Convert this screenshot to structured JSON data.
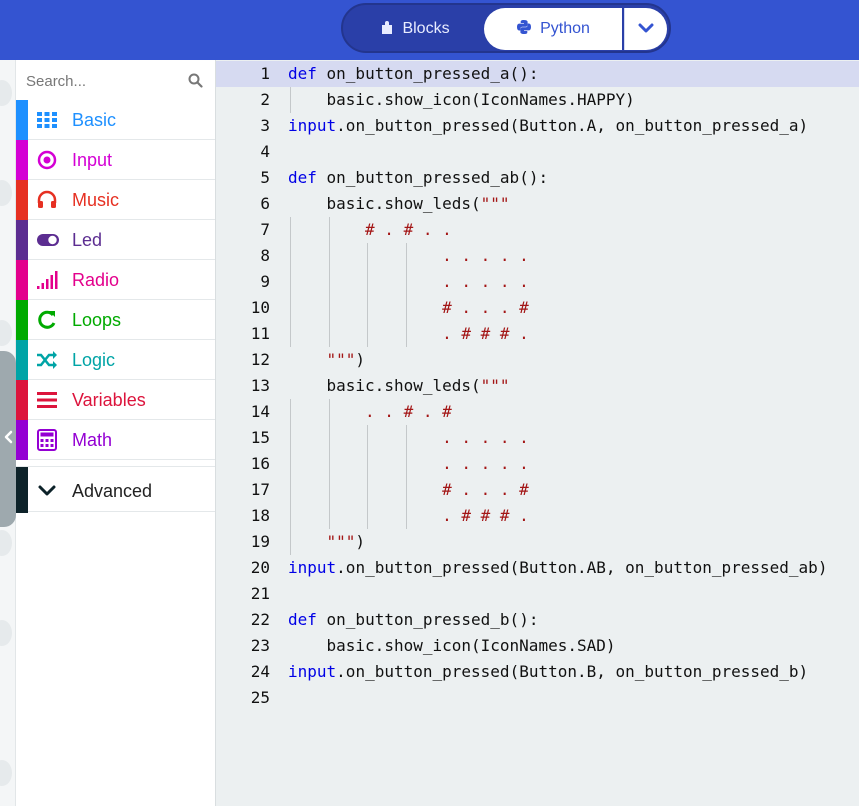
{
  "header": {
    "toggle": {
      "blocks_label": "Blocks",
      "python_label": "Python"
    }
  },
  "toolbox": {
    "search_placeholder": "Search...",
    "categories": [
      {
        "label": "Basic",
        "color": "#1e90ff",
        "icon": "grid-icon"
      },
      {
        "label": "Input",
        "color": "#d400d4",
        "icon": "target-icon"
      },
      {
        "label": "Music",
        "color": "#e63022",
        "icon": "headphones-icon"
      },
      {
        "label": "Led",
        "color": "#5c2d91",
        "icon": "toggle-icon"
      },
      {
        "label": "Radio",
        "color": "#e3008c",
        "icon": "signal-bars-icon"
      },
      {
        "label": "Loops",
        "color": "#00aa00",
        "icon": "loop-arrow-icon"
      },
      {
        "label": "Logic",
        "color": "#00a4a6",
        "icon": "shuffle-icon"
      },
      {
        "label": "Variables",
        "color": "#dc143c",
        "icon": "list-lines-icon"
      },
      {
        "label": "Math",
        "color": "#9400d3",
        "icon": "calculator-icon"
      }
    ],
    "advanced_label": "Advanced"
  },
  "editor": {
    "active_line": 1,
    "lines": [
      {
        "n": "1",
        "segs": [
          [
            "kw",
            "def"
          ],
          [
            "",
            "on_button_pressed_a():"
          ]
        ]
      },
      {
        "n": "2",
        "segs": [
          [
            "",
            "basic.show_icon(IconNames.HAPPY)"
          ]
        ]
      },
      {
        "n": "3",
        "segs": [
          [
            "kw",
            "input"
          ],
          [
            "",
            ".on_button_pressed(Button.A, on_button_pressed_a)"
          ]
        ]
      },
      {
        "n": "4",
        "segs": []
      },
      {
        "n": "5",
        "segs": [
          [
            "kw",
            "def"
          ],
          [
            "",
            "on_button_pressed_ab():"
          ]
        ]
      },
      {
        "n": "6",
        "segs": [
          [
            "",
            "basic.show_leds("
          ],
          [
            "str",
            "\"\"\""
          ]
        ]
      },
      {
        "n": "7",
        "segs": [
          [
            "str",
            "# . # . ."
          ]
        ]
      },
      {
        "n": "8",
        "segs": [
          [
            "str",
            ". . . . ."
          ]
        ]
      },
      {
        "n": "9",
        "segs": [
          [
            "str",
            ". . . . ."
          ]
        ]
      },
      {
        "n": "10",
        "segs": [
          [
            "str",
            "# . . . #"
          ]
        ]
      },
      {
        "n": "11",
        "segs": [
          [
            "str",
            ". # # # ."
          ]
        ]
      },
      {
        "n": "12",
        "segs": [
          [
            "str",
            "\"\"\""
          ],
          [
            "",
            ")"
          ]
        ]
      },
      {
        "n": "13",
        "segs": [
          [
            "",
            "basic.show_leds("
          ],
          [
            "str",
            "\"\"\""
          ]
        ]
      },
      {
        "n": "14",
        "segs": [
          [
            "str",
            ". . # . #"
          ]
        ]
      },
      {
        "n": "15",
        "segs": [
          [
            "str",
            ". . . . ."
          ]
        ]
      },
      {
        "n": "16",
        "segs": [
          [
            "str",
            ". . . . ."
          ]
        ]
      },
      {
        "n": "17",
        "segs": [
          [
            "str",
            "# . . . #"
          ]
        ]
      },
      {
        "n": "18",
        "segs": [
          [
            "str",
            ". # # # ."
          ]
        ]
      },
      {
        "n": "19",
        "segs": [
          [
            "str",
            "\"\"\""
          ],
          [
            "",
            ")"
          ]
        ]
      },
      {
        "n": "20",
        "segs": [
          [
            "kw",
            "input"
          ],
          [
            "",
            ".on_button_pressed(Button.AB, on_button_pressed_ab)"
          ]
        ]
      },
      {
        "n": "21",
        "segs": []
      },
      {
        "n": "22",
        "segs": [
          [
            "kw",
            "def"
          ],
          [
            "",
            "on_button_pressed_b():"
          ]
        ]
      },
      {
        "n": "23",
        "segs": [
          [
            "",
            "basic.show_icon(IconNames.SAD)"
          ]
        ]
      },
      {
        "n": "24",
        "segs": [
          [
            "kw",
            "input"
          ],
          [
            "",
            ".on_button_pressed(Button.B, on_button_pressed_b)"
          ]
        ]
      },
      {
        "n": "25",
        "segs": []
      }
    ]
  }
}
